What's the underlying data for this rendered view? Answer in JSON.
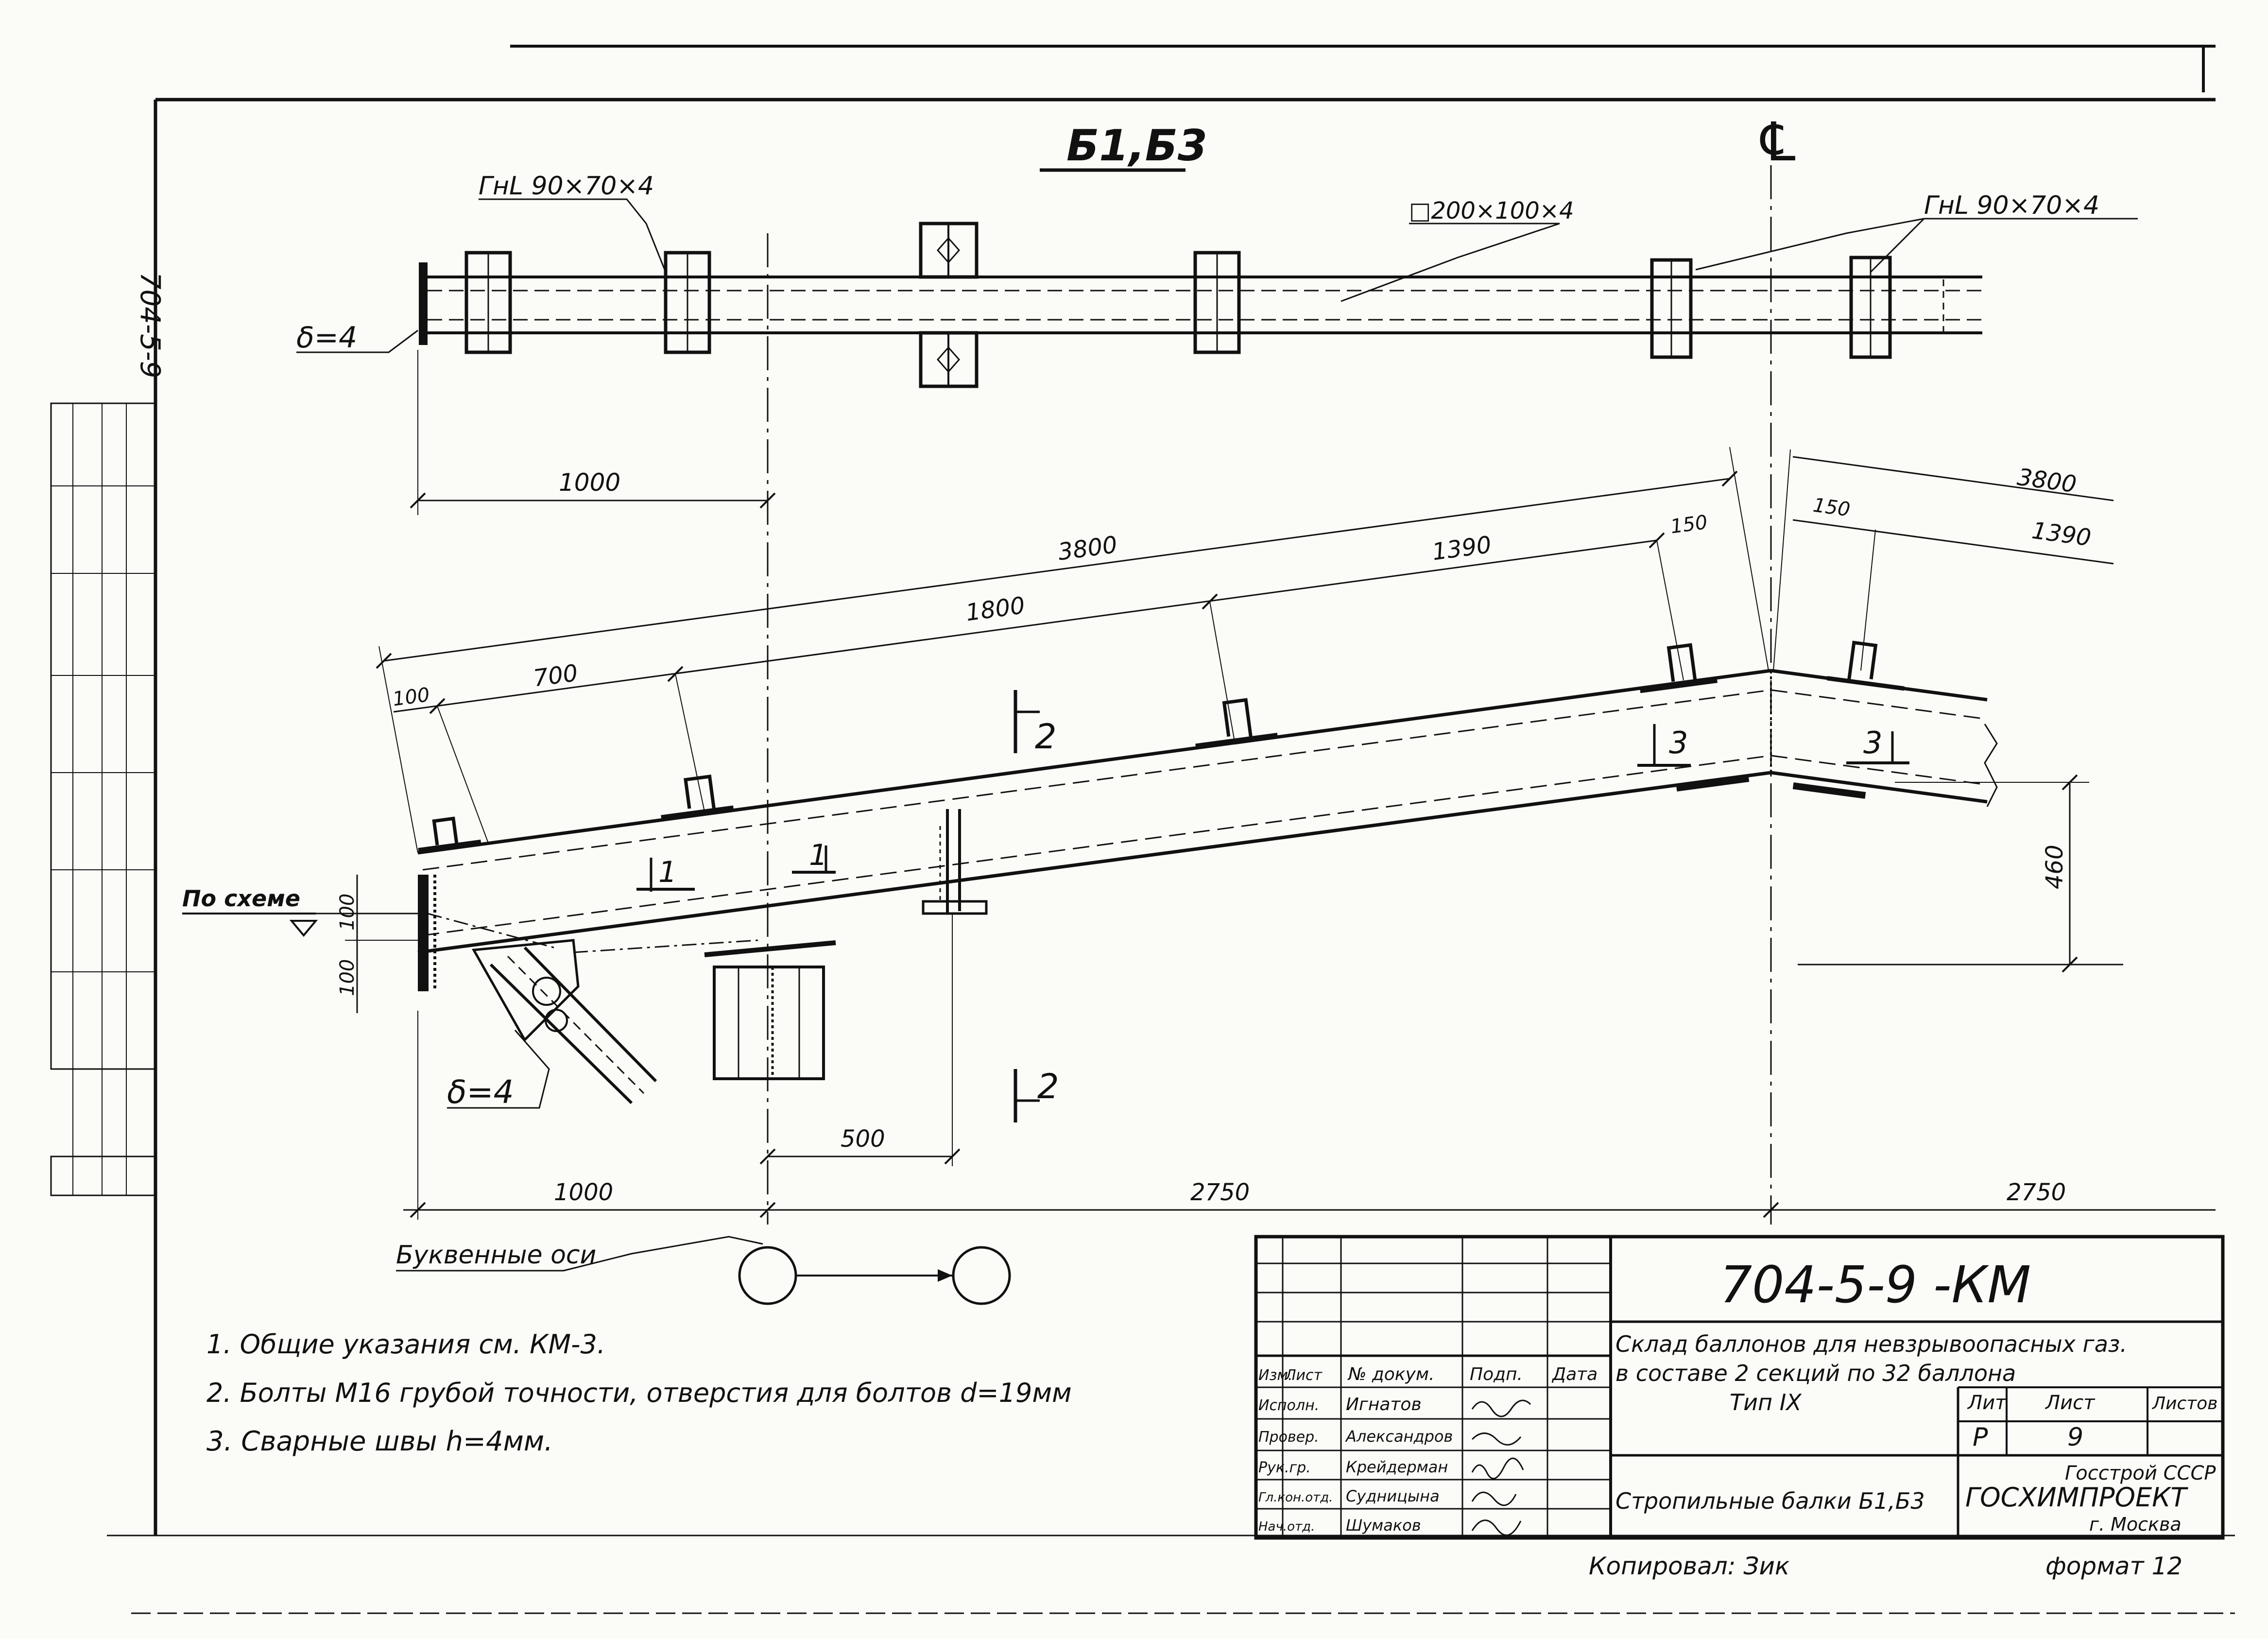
{
  "drawing": {
    "title": "Б1,Б3",
    "axis_symbol": "℄",
    "callouts": {
      "angle_left": "ГнL 90×70×4",
      "angle_right": "ГнL 90×70×4",
      "tube": "□200×100×4",
      "plate_top": "δ=4",
      "plate_bottom": "δ=4",
      "on_scheme": "По схеме",
      "letter_axes": "Буквенные оси"
    },
    "dimensions": {
      "plan_1000": "1000",
      "slope_3800": "3800",
      "slope_1800": "1800",
      "slope_1390": "1390",
      "slope_150": "150",
      "slope_100": "100",
      "slope_700": "700",
      "right_150": "150",
      "right_3800": "3800",
      "right_1390": "1390",
      "height_460": "460",
      "end_100_top": "100",
      "end_100_bottom": "100",
      "bottom_500": "500",
      "bottom_1000": "1000",
      "bottom_2750": "2750",
      "bottom_2750_right": "2750"
    },
    "sections": {
      "s1a": "1",
      "s1b": "1",
      "s2_top": "2",
      "s2_bottom": "2",
      "s3a": "3",
      "s3b": "3"
    },
    "side_stamp": "704-5-9"
  },
  "notes": [
    "1. Общие указания см. КМ-3.",
    "2. Болты М16 грубой точности, отверстия для болтов d=19мм",
    "3. Сварные    швы   h=4мм."
  ],
  "title_block": {
    "code": "704-5-9  -КМ",
    "project_line1": "Склад баллонов для невзрывоопасных газ.",
    "project_line2": "в составе 2 секций по 32 баллона",
    "type": "Тип IX",
    "stage_label": "Лит",
    "sheet_label": "Лист",
    "sheets_label": "Листов",
    "stage_value": "Р",
    "sheet_value": "9",
    "drawing_name": "Стропильные балки Б1,Б3",
    "org_line1": "Госстрой СССР",
    "org_line2": "ГОСХИМПРОЕКТ",
    "org_line3": "г. Москва",
    "header": [
      "Изм.",
      "Лист",
      "№ докум.",
      "Подп.",
      "Дата"
    ],
    "roles": [
      {
        "role": "Исполн.",
        "name": "Игнатов"
      },
      {
        "role": "Провер.",
        "name": "Александров"
      },
      {
        "role": "Рук.гр.",
        "name": "Крейдерман"
      },
      {
        "role": "Гл.кон.отд.",
        "name": "Судницына"
      },
      {
        "role": "Нач.отд.",
        "name": "Шумаков"
      }
    ],
    "copied": "Копировал: Зик",
    "format": "формат 12"
  }
}
